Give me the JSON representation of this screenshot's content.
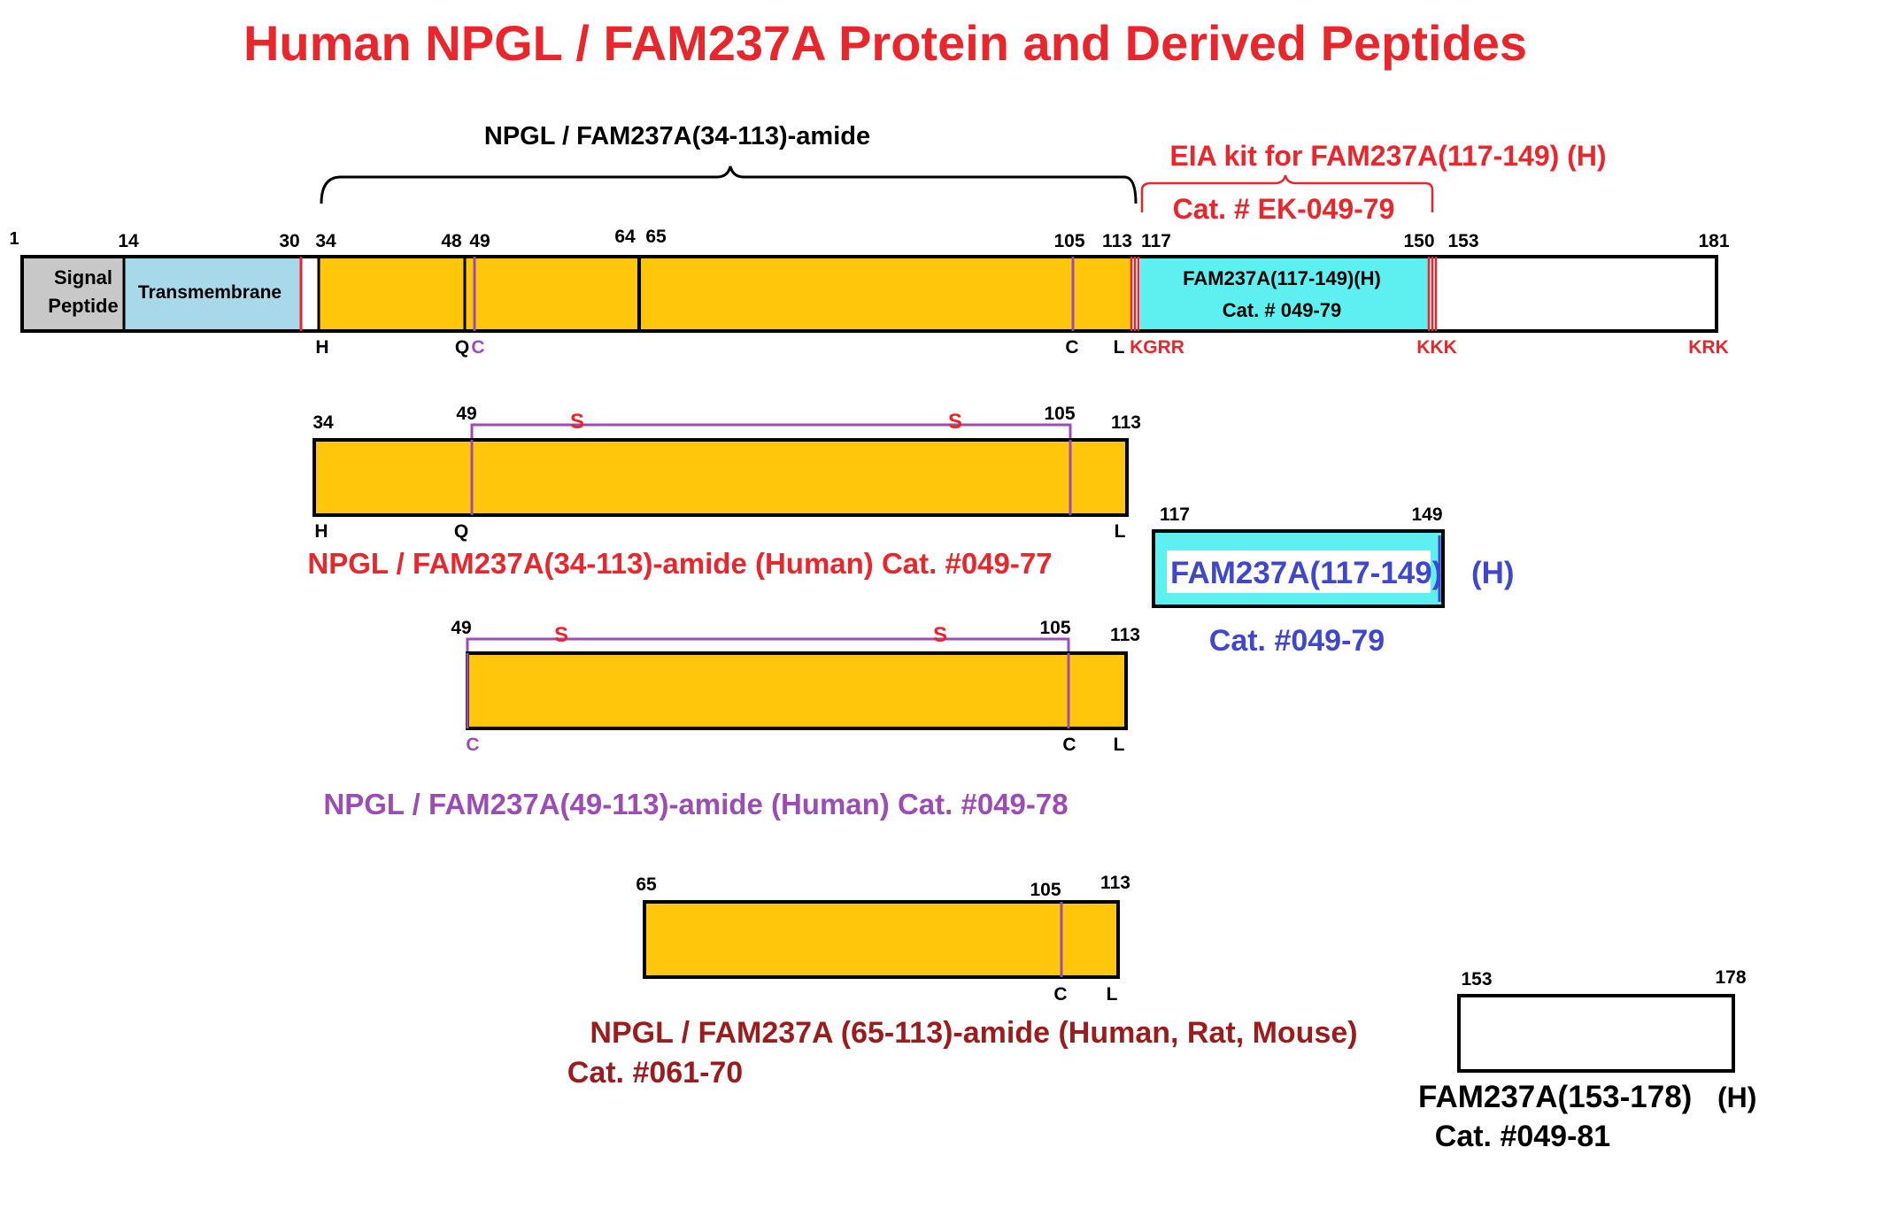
{
  "title": "Human NPGL / FAM237A Protein and Derived Peptides",
  "colors": {
    "title_red": "#E8262B",
    "peptide_gold": "#FFC60B",
    "signal_gray": "#C8C8C8",
    "transmembrane_blue": "#A7D9EA",
    "kit_cyan": "#5EF0F0",
    "purple": "#9B4DB5",
    "blue_text": "#3F48CC",
    "dark_red": "#9B1C1C",
    "black": "#000000"
  },
  "full_protein": {
    "bracket_label": "NPGL / FAM237A(34-113)-amide",
    "eia_label": "EIA kit for FAM237A(117-149) (H)",
    "eia_cat": "Cat. # EK-049-79",
    "signal_label_1": "Signal",
    "signal_label_2": "Peptide",
    "transmembrane_label": "Transmembrane",
    "cyan_label_1": "FAM237A(117-149)(H)",
    "cyan_label_2": "Cat. # 049-79",
    "positions": [
      "1",
      "14",
      "30",
      "34",
      "48",
      "49",
      "64",
      "65",
      "105",
      "113",
      "117",
      "150",
      "153",
      "181"
    ],
    "residues": {
      "h": "H",
      "q": "Q",
      "c49": "C",
      "c105": "C",
      "l": "L",
      "kgrr": "KGRR",
      "kkk": "KKK",
      "krk": "KRK"
    }
  },
  "peptide_34_113": {
    "start": "34",
    "p49": "49",
    "p105": "105",
    "end": "113",
    "s1": "S",
    "s2": "S",
    "res_h": "H",
    "res_q": "Q",
    "res_l": "L",
    "label": "NPGL / FAM237A(34-113)-amide (Human) Cat. #049-77"
  },
  "peptide_117_149": {
    "start": "117",
    "end": "149",
    "name": "FAM237A(117-149)",
    "suffix": "(H)",
    "cat": "Cat. #049-79"
  },
  "peptide_49_113": {
    "start": "49",
    "p105": "105",
    "end": "113",
    "s1": "S",
    "s2": "S",
    "res_c1": "C",
    "res_c2": "C",
    "res_l": "L",
    "label": "NPGL / FAM237A(49-113)-amide (Human) Cat. #049-78"
  },
  "peptide_65_113": {
    "start": "65",
    "p105": "105",
    "end": "113",
    "res_c": "C",
    "res_l": "L",
    "label_1": "NPGL / FAM237A (65-113)-amide (Human, Rat, Mouse)",
    "label_2": "Cat. #061-70"
  },
  "peptide_153_178": {
    "start": "153",
    "end": "178",
    "name": "FAM237A(153-178)",
    "suffix": "(H)",
    "cat": "Cat. #049-81"
  }
}
